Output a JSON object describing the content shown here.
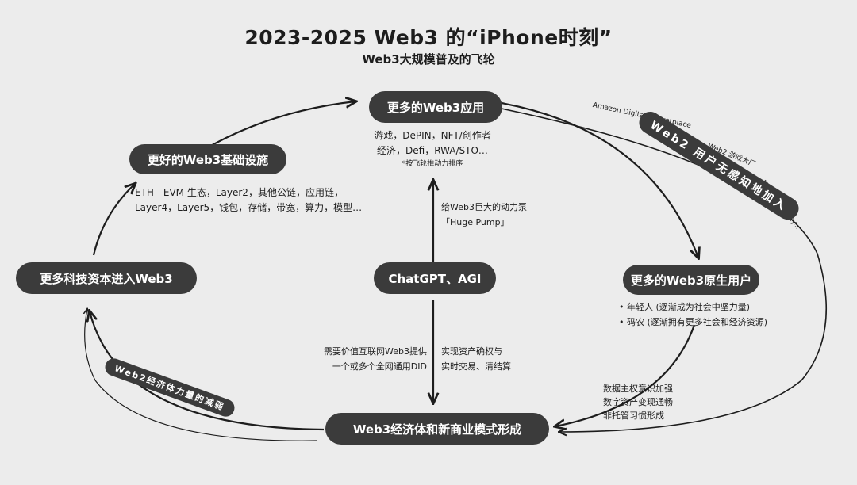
{
  "title": "2023-2025 Web3 的“iPhone时刻”",
  "subtitle": "Web3大规模普及的飞轮",
  "nodes": {
    "apps": "更多的Web3应用",
    "infra": "更好的Web3基础设施",
    "capital": "更多科技资本进入Web3",
    "ai": "ChatGPT、AGI",
    "users": "更多的Web3原生用户",
    "economy": "Web3经济体和新商业模式形成"
  },
  "apps_detail": {
    "line1": "游戏，DePIN，NFT/创作者",
    "line2": "经济，Defi，RWA/STO…",
    "note": "*按飞轮推动力排序"
  },
  "infra_detail": {
    "line1": "ETH - EVM 生态，Layer2，其他公链，应用链，",
    "line2": "Layer4，Layer5，钱包，存储，带宽，算力，模型…"
  },
  "pump": {
    "line1": "给Web3巨大的动力泵",
    "line2": "「Huge Pump」"
  },
  "users_detail": [
    "年轻人 (逐渐成为社会中坚力量)",
    "码农 (逐渐拥有更多社会和经济资源)"
  ],
  "data_rights": {
    "line1": "数据主权意识加强",
    "line2": "数字资产变现通畅",
    "line3": "非托管习惯形成"
  },
  "did": {
    "line1": "需要价值互联网Web3提供",
    "line2": "一个或多个全网通用DID"
  },
  "asset": {
    "line1": "实现资产确权与",
    "line2": "实时交易、清结算"
  },
  "web2_join": {
    "banner": "Web2 用户无感知地加入",
    "amazon": "Amazon Digital Marketplace",
    "games": "Web2 游戏大厂",
    "starbucks": "星巴克 Odyssey..."
  },
  "web2_weaken": "Web2经济体力量的减弱"
}
